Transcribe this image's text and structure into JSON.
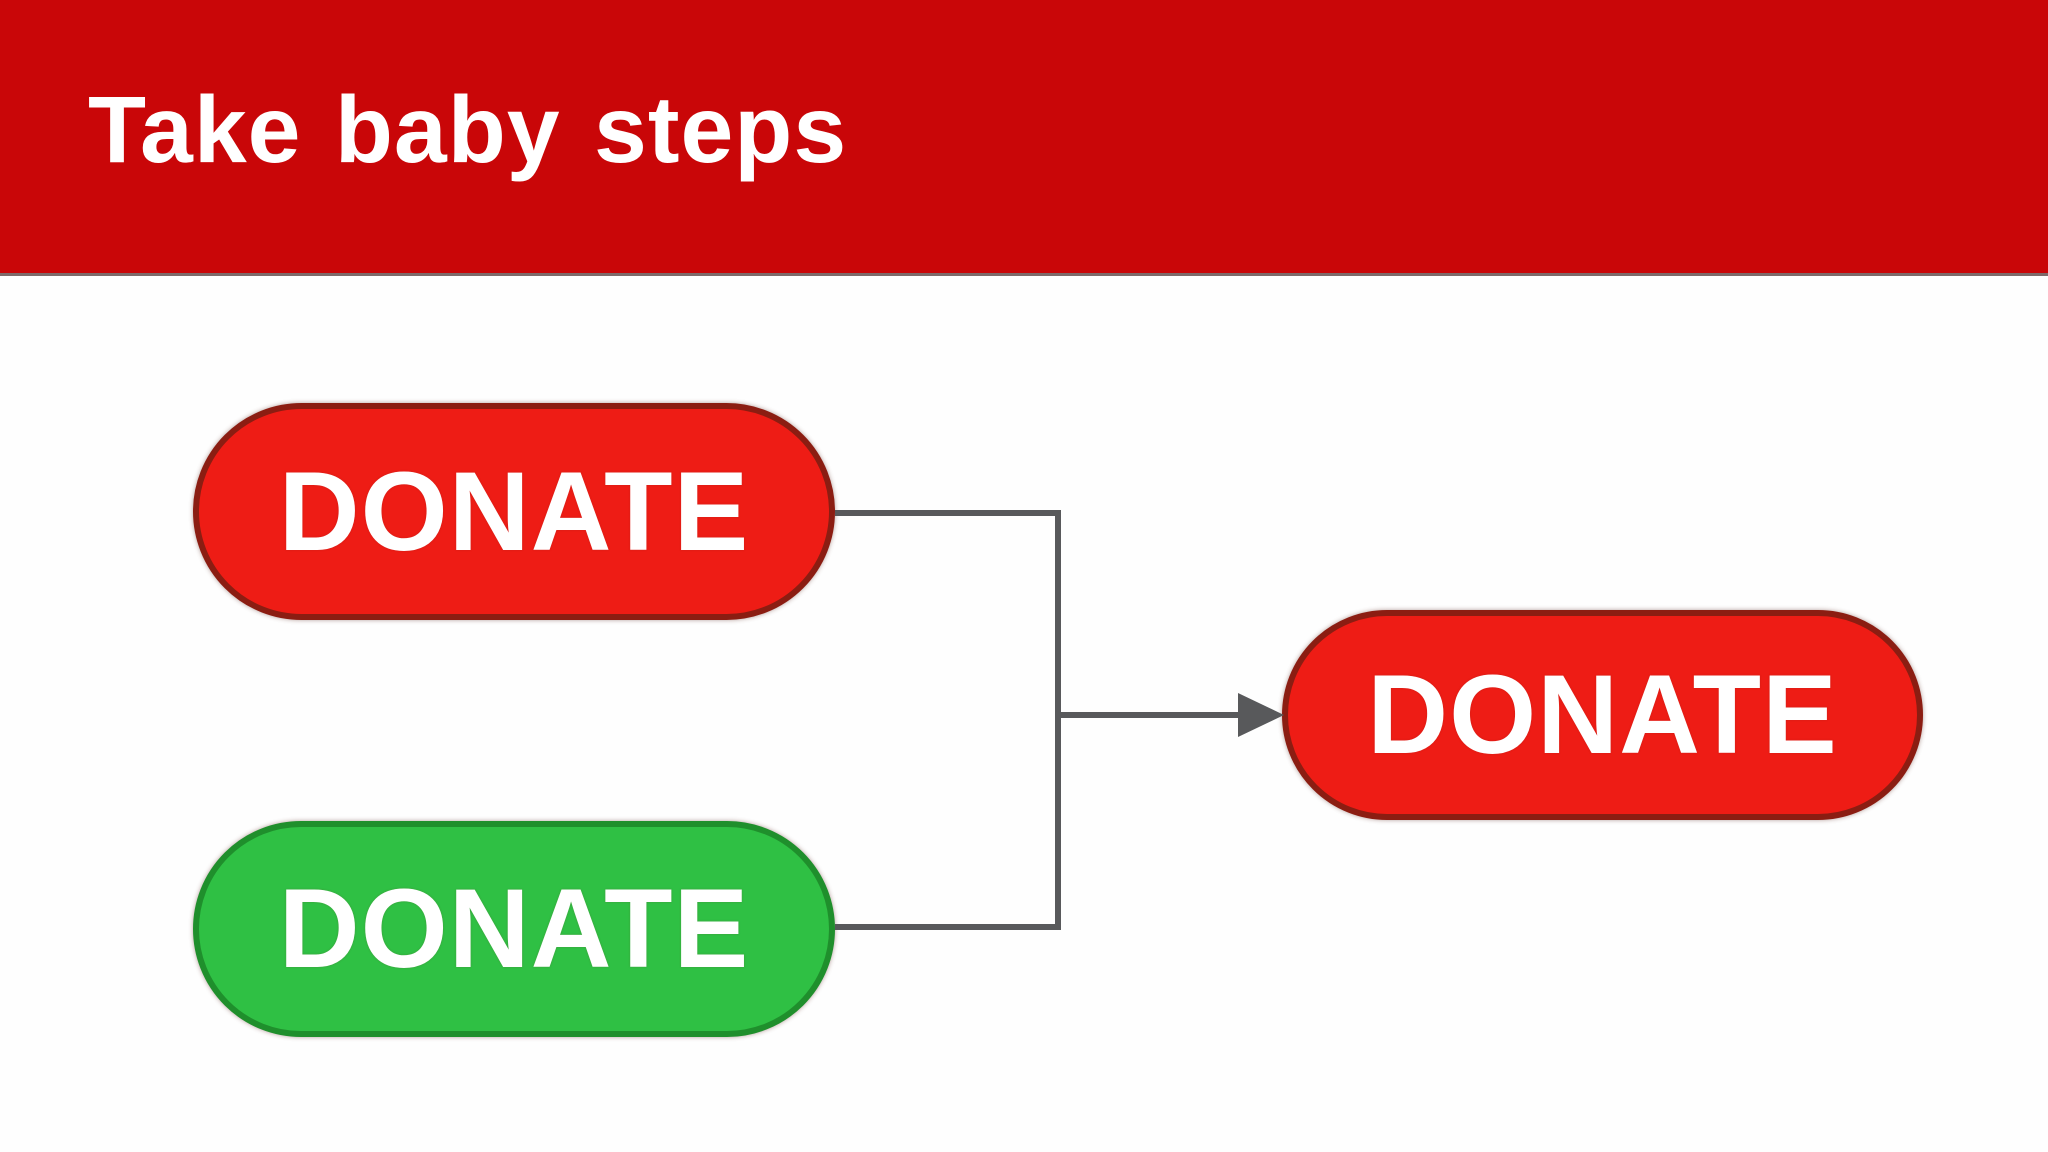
{
  "slide": {
    "title": "Take baby steps"
  },
  "header": {
    "bg": "#c90608",
    "border_bottom": "#7d6a6a",
    "text_color": "#ffffff"
  },
  "diagram": {
    "background": "#fefefe",
    "connector_color": "#58595b",
    "buttons": [
      {
        "label": "DONATE",
        "variant": "red",
        "fill": "#ee1c15",
        "border": "#8b1d12",
        "text_color": "#ffffff"
      },
      {
        "label": "DONATE",
        "variant": "green",
        "fill": "#2fc044",
        "border": "#1f8f2c",
        "text_color": "#ffffff"
      },
      {
        "label": "DONATE",
        "variant": "red",
        "fill": "#ee1c15",
        "border": "#8b1d12",
        "text_color": "#ffffff"
      }
    ]
  }
}
